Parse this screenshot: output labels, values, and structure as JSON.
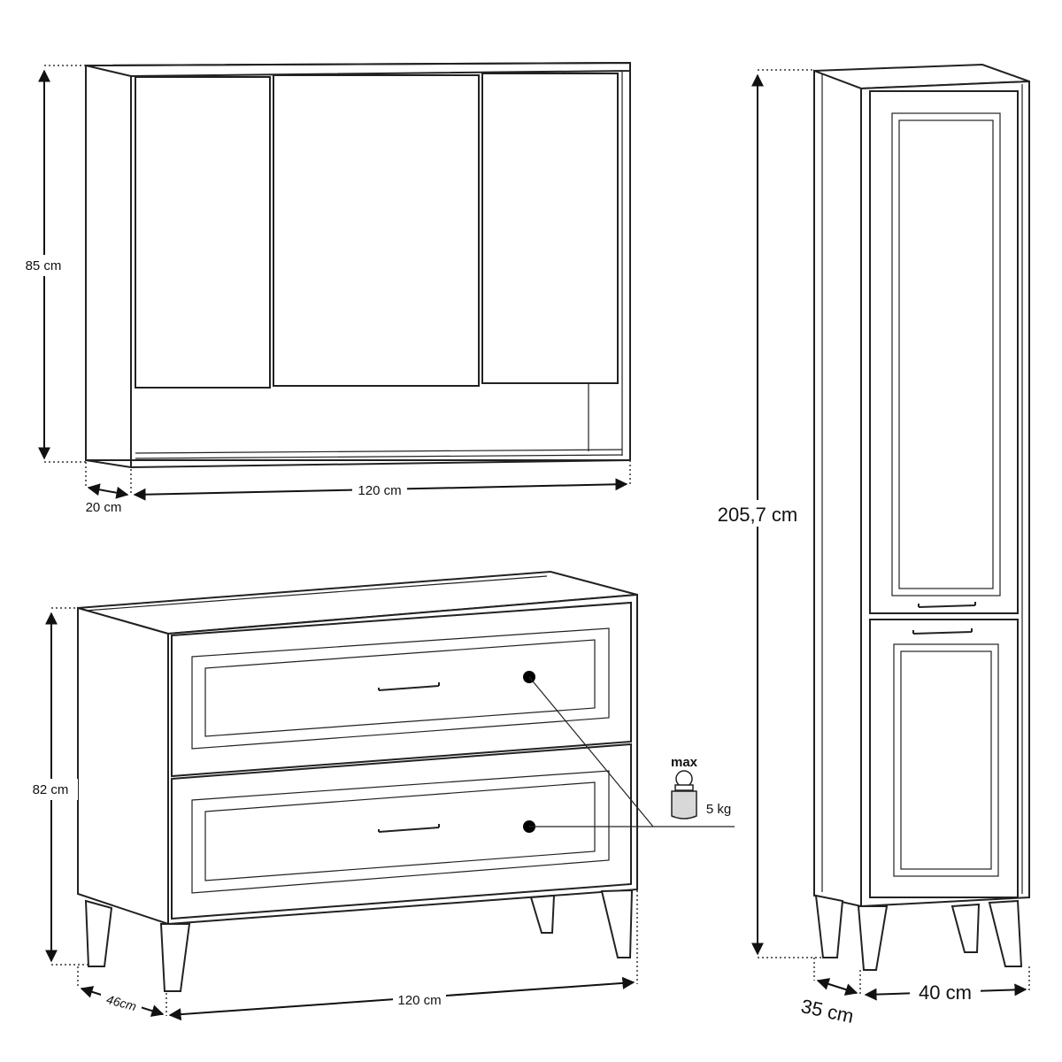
{
  "cabinet_wall": {
    "height_label": "85 cm",
    "width_label": "120 cm",
    "depth_label": "20 cm"
  },
  "dresser": {
    "height_label": "82 cm",
    "width_label": "120 cm",
    "depth_label": "46cm"
  },
  "tall_cabinet": {
    "height_label": "205,7 cm",
    "width_label": "40 cm",
    "depth_label": "35 cm"
  },
  "load_info": {
    "max_label": "max",
    "weight_label": "5 kg"
  },
  "colors": {
    "line": "#222222",
    "background": "#ffffff"
  }
}
